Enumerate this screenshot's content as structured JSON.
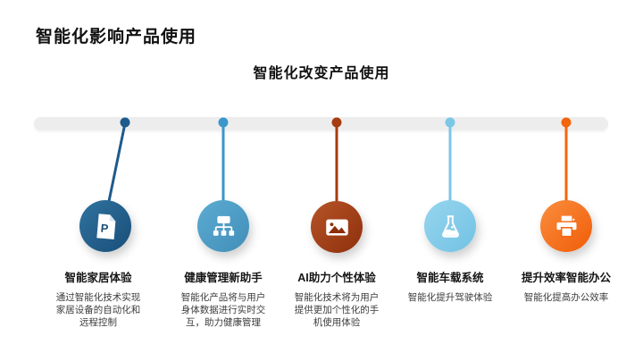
{
  "page": {
    "title": "智能化影响产品使用",
    "subtitle": "智能化改变产品使用"
  },
  "timeline": {
    "bar_color": "#ededed"
  },
  "items": [
    {
      "title": "智能家居体验",
      "description": "通过智能化技术实现家居设备的自动化和远程控制",
      "icon": "document-p-icon",
      "icon_letter": "P",
      "color": "#1e5a8c",
      "color_light": "#30739f",
      "color_dark": "#194e79"
    },
    {
      "title": "健康管理新助手",
      "description": "智能化产品将与用户身体数据进行实时交互，助力健康管理",
      "icon": "sitemap-icon",
      "color": "#3a97cc",
      "color_light": "#5cabd3",
      "color_dark": "#418fb8"
    },
    {
      "title": "AI助力个性体验",
      "description": "智能化技术将为用户提供更加个性化的手机使用体验",
      "icon": "image-icon",
      "color": "#a63c10",
      "color_light": "#b65327",
      "color_dark": "#8e300c"
    },
    {
      "title": "智能车载系统",
      "description": "智能化提升驾驶体验",
      "icon": "flask-icon",
      "color": "#7cc7e7",
      "color_light": "#96d5ee",
      "color_dark": "#72c2e4"
    },
    {
      "title": "提升效率智能办公",
      "description": "智能化提高办公效率",
      "icon": "printer-icon",
      "color": "#f4660d",
      "color_light": "#fa8e3e",
      "color_dark": "#f05c08"
    }
  ]
}
